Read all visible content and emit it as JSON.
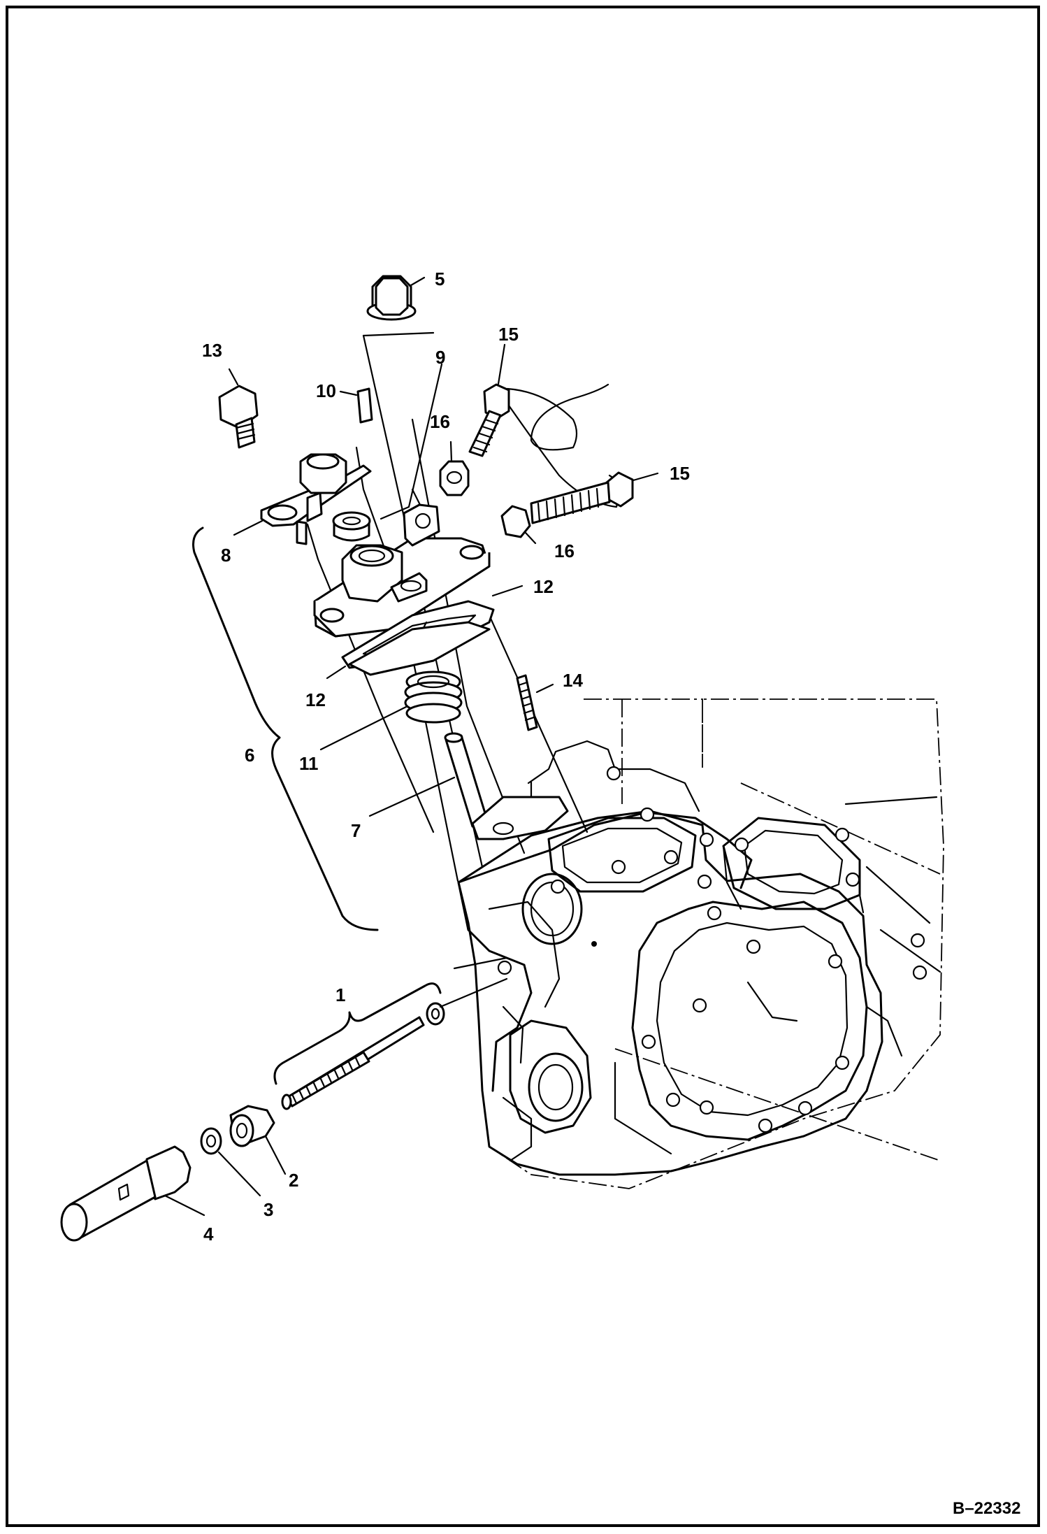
{
  "figure": {
    "doc_id": "B–22332"
  },
  "callouts": {
    "c1": "1",
    "c2": "2",
    "c3": "3",
    "c4": "4",
    "c5": "5",
    "c6": "6",
    "c7": "7",
    "c8": "8",
    "c9": "9",
    "c10": "10",
    "c11": "11",
    "c12a": "12",
    "c12b": "12",
    "c13": "13",
    "c14": "14",
    "c15a": "15",
    "c15b": "15",
    "c16a": "16",
    "c16b": "16"
  }
}
